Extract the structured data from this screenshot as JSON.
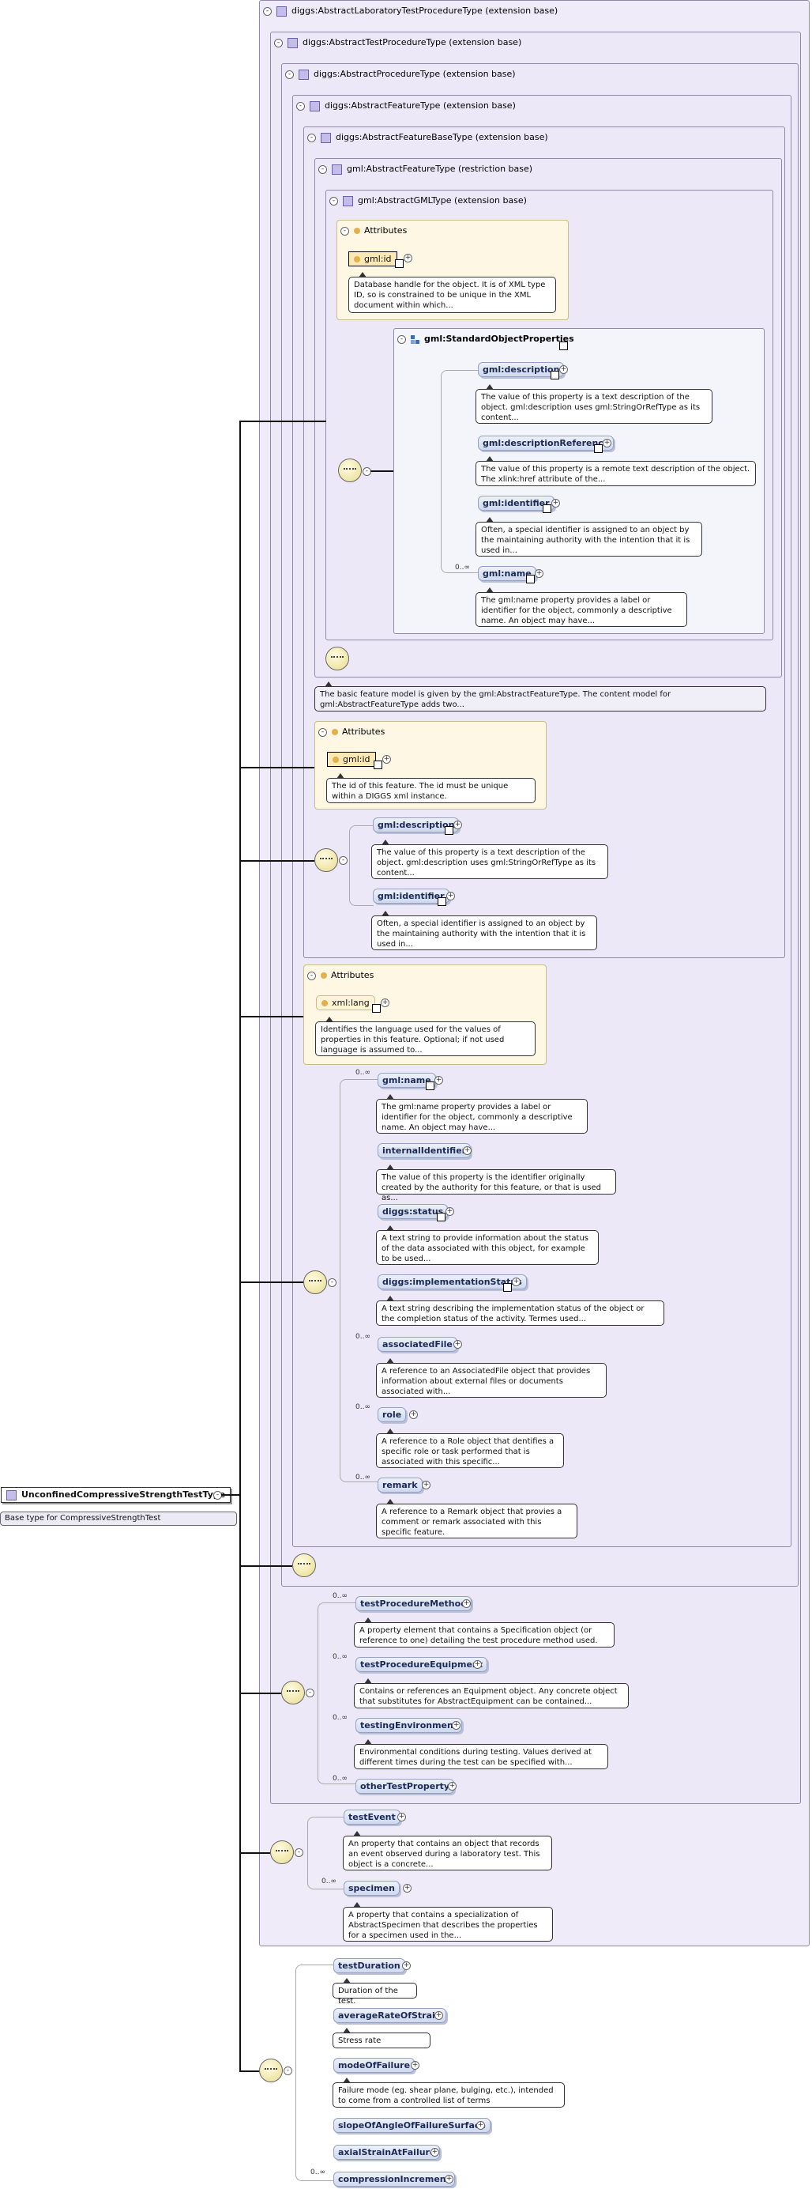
{
  "containers": {
    "c1": "diggs:AbstractLaboratoryTestProcedureType (extension base)",
    "c2": "diggs:AbstractTestProcedureType (extension base)",
    "c3": "diggs:AbstractProcedureType (extension base)",
    "c4": "diggs:AbstractFeatureType (extension base)",
    "c5": "diggs:AbstractFeatureBaseType (extension base)",
    "c6": "gml:AbstractFeatureType (restriction base)",
    "c7": "gml:AbstractGMLType (extension base)"
  },
  "attributes_label": "Attributes",
  "gml_type": {
    "id_attr": "gml:id",
    "id_doc": "Database handle for the object. It is of XML type ID, so is constrained to be unique in the XML document within which...",
    "group_name": "gml:StandardObjectProperties",
    "elements": [
      {
        "name": "gml:description",
        "card": "",
        "doc": "The value of this property is a text description of the object. gml:description uses gml:StringOrRefType as its content..."
      },
      {
        "name": "gml:descriptionReference",
        "card": "",
        "doc": "The value of this property is a remote text description of the object. The xlink:href attribute of the..."
      },
      {
        "name": "gml:identifier",
        "card": "",
        "doc": "Often, a special identifier is assigned to an object by the maintaining authority with the intention that it is used in..."
      },
      {
        "name": "gml:name",
        "card": "0..∞",
        "doc": "The gml:name property provides a label or identifier for the object, commonly a descriptive name. An object may have..."
      }
    ]
  },
  "feature_doc": "The basic feature model is given by the gml:AbstractFeatureType. The content model for gml:AbstractFeatureType adds two...",
  "feature_base": {
    "id_attr": "gml:id",
    "id_doc": "The id of this feature. The id must be unique within a DIGGS xml instance.",
    "elements": [
      {
        "name": "gml:description",
        "doc": "The value of this property is a text description of the object. gml:description uses gml:StringOrRefType as its content..."
      },
      {
        "name": "gml:identifier",
        "doc": "Often, a special identifier is assigned to an object by the maintaining authority with the intention that it is used in..."
      }
    ]
  },
  "feature": {
    "lang_attr": "xml:lang",
    "lang_doc": "Identifies the language used for the values of properties in this feature. Optional; if not used language is assumed to...",
    "elements": [
      {
        "name": "gml:name",
        "card": "0..∞",
        "doc": "The gml:name property provides a label or identifier for the object, commonly a descriptive name. An object may have..."
      },
      {
        "name": "internalIdentifier",
        "card": "",
        "doc": "The value of this property is the identifier originally created by the authority for this feature, or that is used as..."
      },
      {
        "name": "diggs:status",
        "card": "",
        "doc": "A text string to provide information about the status of the data associated with this object, for example to be used..."
      },
      {
        "name": "diggs:implementationStatus",
        "card": "",
        "doc": "A text string describing the implementation status of the object or the completion status of the activity. Termes used..."
      },
      {
        "name": "associatedFile",
        "card": "0..∞",
        "doc": "A reference to an AssociatedFile object that provides information about external files or documents associated with..."
      },
      {
        "name": "role",
        "card": "0..∞",
        "doc": "A reference to a Role object that dentifies a specific role or task performed that is associated with this specific..."
      },
      {
        "name": "remark",
        "card": "0..∞",
        "doc": "A reference to a Remark object that provies a comment or remark associated with this specific feature."
      }
    ]
  },
  "test_procedure": {
    "elements": [
      {
        "name": "testProcedureMethod",
        "card": "0..∞",
        "doc": "A property element that contains a Specification object (or reference to one) detailing the test procedure method used."
      },
      {
        "name": "testProcedureEquipment",
        "card": "0..∞",
        "doc": "Contains or references an Equipment object. Any concrete object that substitutes for AbstractEquipment can be contained..."
      },
      {
        "name": "testingEnvironment",
        "card": "0..∞",
        "doc": "Environmental conditions during testing. Values derived at different times during the test can be specified with..."
      },
      {
        "name": "otherTestProperty",
        "card": "0..∞",
        "doc": ""
      }
    ]
  },
  "lab_test": {
    "elements": [
      {
        "name": "testEvent",
        "card": "",
        "doc": "An property that contains an object that records an event observed during a laboratory test. This object is a concrete..."
      },
      {
        "name": "specimen",
        "card": "0..∞",
        "doc": "A property that contains a specialization of AbstractSpecimen that describes the properties for a specimen used in the..."
      }
    ]
  },
  "root": {
    "name": "UnconfinedCompressiveStrengthTestType",
    "doc": "Base type for CompressiveStrengthTest"
  },
  "own": {
    "elements": [
      {
        "name": "testDuration",
        "card": "",
        "doc": "Duration of the test."
      },
      {
        "name": "averageRateOfStrain",
        "card": "",
        "doc": "Stress rate"
      },
      {
        "name": "modeOfFailure",
        "card": "",
        "doc": "Failure mode (eg. shear plane, bulging, etc.), intended to come from a controlled list of terms"
      },
      {
        "name": "slopeOfAngleOfFailureSurface",
        "card": "",
        "doc": ""
      },
      {
        "name": "axialStrainAtFailure",
        "card": "",
        "doc": ""
      },
      {
        "name": "compressionIncrement",
        "card": "0..∞",
        "doc": ""
      }
    ]
  }
}
